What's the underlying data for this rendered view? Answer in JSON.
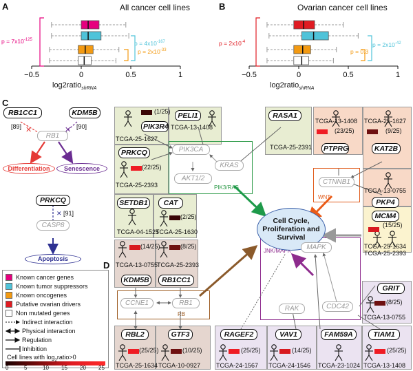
{
  "panels": {
    "a": {
      "letter": "A",
      "title": "All cancer cell lines",
      "p_cancer": "p = 7x10",
      "p_cancer_exp": "-125",
      "p_tsg": "p = 4x10",
      "p_tsg_exp": "-167",
      "p_onc": "p = 2x10",
      "p_onc_exp": "-33"
    },
    "b": {
      "letter": "B",
      "title": "Ovarian cancer cell lines",
      "p_cancer": "p = 2x10",
      "p_cancer_exp": "-4",
      "p_tsg": "p = 2x10",
      "p_tsg_exp": "-42",
      "p_onc": "p = 0.3"
    },
    "c": {
      "letter": "C"
    },
    "d": {
      "letter": "D"
    }
  },
  "axis": {
    "ticks": [
      "−0.5",
      "0",
      "0.5",
      "1"
    ],
    "label": "log2ratio",
    "label_sub": "shRNA"
  },
  "colors": {
    "cancer": "#e6007e",
    "tsg": "#4fc3d9",
    "oncogene": "#f39a12",
    "ovarian": "#e01b22",
    "nonmut": "#ffffff"
  },
  "chart_data": [
    {
      "type": "box",
      "title": "All cancer cell lines",
      "xlabel": "log2ratio shRNA",
      "xlim": [
        -0.5,
        1
      ],
      "series": [
        {
          "name": "Known cancer genes",
          "q1": 0.0,
          "median": 0.07,
          "q3": 0.18,
          "whisker_low": -0.3,
          "whisker_high": 0.45
        },
        {
          "name": "Known tumor suppressors",
          "q1": 0.0,
          "median": 0.07,
          "q3": 0.2,
          "whisker_low": -0.3,
          "whisker_high": 0.48
        },
        {
          "name": "Known oncogenes",
          "q1": -0.03,
          "median": 0.04,
          "q3": 0.12,
          "whisker_low": -0.32,
          "whisker_high": 0.38
        },
        {
          "name": "Non mutated genes",
          "q1": -0.03,
          "median": 0.03,
          "q3": 0.1,
          "whisker_low": -0.32,
          "whisker_high": 0.35
        }
      ]
    },
    {
      "type": "box",
      "title": "Ovarian cancer cell lines",
      "xlabel": "log2ratio shRNA",
      "xlim": [
        -0.5,
        1
      ],
      "series": [
        {
          "name": "Putative ovarian drivers",
          "q1": -0.05,
          "median": 0.05,
          "q3": 0.16,
          "whisker_low": -0.32,
          "whisker_high": 0.45
        },
        {
          "name": "Known tumor suppressors",
          "q1": 0.03,
          "median": 0.15,
          "q3": 0.3,
          "whisker_low": -0.3,
          "whisker_high": 0.6
        },
        {
          "name": "Known oncogenes",
          "q1": -0.05,
          "median": 0.04,
          "q3": 0.12,
          "whisker_low": -0.32,
          "whisker_high": 0.38
        },
        {
          "name": "Non mutated genes",
          "q1": -0.05,
          "median": 0.03,
          "q3": 0.1,
          "whisker_low": -0.32,
          "whisker_high": 0.35
        }
      ]
    }
  ],
  "panel_c": {
    "rb1cc1": "RB1CC1",
    "kdm5b": "KDM5B",
    "ref89": "[89]",
    "ref90": "[90]",
    "rb1": "RB1",
    "diff": "Differentiation",
    "sen": "Senescence",
    "prkcq": "PRKCQ",
    "ref91": "[91]",
    "casp8": "CASP8",
    "apop": "Apoptosis"
  },
  "legend": {
    "items": [
      "Known cancer genes",
      "Known tumor suppressors",
      "Known oncogenes",
      "Putative ovarian drivers",
      "Non mutated genes",
      "Indirect interaction",
      "Physical interaction",
      "Regulation",
      "Inhibition"
    ],
    "colorbar_title": "Cell lines with log",
    "colorbar_title_sub": "2",
    "colorbar_title_end": "ratio>0",
    "colorbar_ticks": [
      "0",
      "5",
      "10",
      "15",
      "20",
      "25"
    ]
  },
  "panel_d": {
    "center": "Cell Cycle, Proliferation and Survival",
    "pik3_label": "PIK3/RAS",
    "wnt_label": "WNT",
    "rb_label": "RB",
    "mapk_label": "JNK/MAPK",
    "pathway_genes": {
      "pik3ca": "PIK3CA",
      "kras": "KRAS",
      "akt": "AKT1/2",
      "ctnnb1": "CTNNB1",
      "ccne1": "CCNE1",
      "rb1": "RB1",
      "mapk": "MAPK",
      "rak": "RAK",
      "cdc42": "CDC42"
    },
    "genes": [
      {
        "gene": "PIK3R4",
        "count": "(1/25)",
        "line": "TCGA-25-1627"
      },
      {
        "gene": "PELI1",
        "line": "TCGA-13-1408"
      },
      {
        "gene": "RASA1",
        "line": "TCGA-25-2391"
      },
      {
        "gene": "PRKCQ",
        "count": "(22/25)",
        "line": "TCGA-25-2393"
      },
      {
        "gene": "SETDB1",
        "line": "TCGA-04-1525"
      },
      {
        "gene": "CAT",
        "count": "(2/25)",
        "line": "TCGA-25-1630"
      },
      {
        "gene": "PTPRG",
        "count": "(23/25)",
        "line": "TCGA-13-1408"
      },
      {
        "gene": "KAT2B",
        "count": "(9/25)",
        "line": "TCGA-25-1627"
      },
      {
        "gene": "PKP4",
        "line": "TCGA-13-0755"
      },
      {
        "gene": "MCM4",
        "count": "(15/25)",
        "line": "TCGA-25-1634",
        "line2": "TCGA-25-2393"
      },
      {
        "gene": "KDM5B",
        "count": "(14/25)",
        "line": "TCGA-13-0755"
      },
      {
        "gene": "RB1CC1",
        "count": "(8/25)",
        "line": "TCGA-25-2393"
      },
      {
        "gene": "GRIT",
        "count": "(8/25)",
        "line": "TCGA-13-0755"
      },
      {
        "gene": "RBL2",
        "count": "(25/25)",
        "line": "TCGA-25-1634"
      },
      {
        "gene": "GTF3",
        "count": "(10/25)",
        "line": "TCGA-10-0927"
      },
      {
        "gene": "RAGEF2",
        "count": "(25/25)",
        "line": "TCGA-24-1567"
      },
      {
        "gene": "VAV1",
        "count": "(14/25)",
        "line": "TCGA-24-1546"
      },
      {
        "gene": "FAM59A",
        "line": "TCGA-23-1024"
      },
      {
        "gene": "TIAM1",
        "count": "(25/25)",
        "line": "TCGA-13-1408"
      }
    ]
  }
}
